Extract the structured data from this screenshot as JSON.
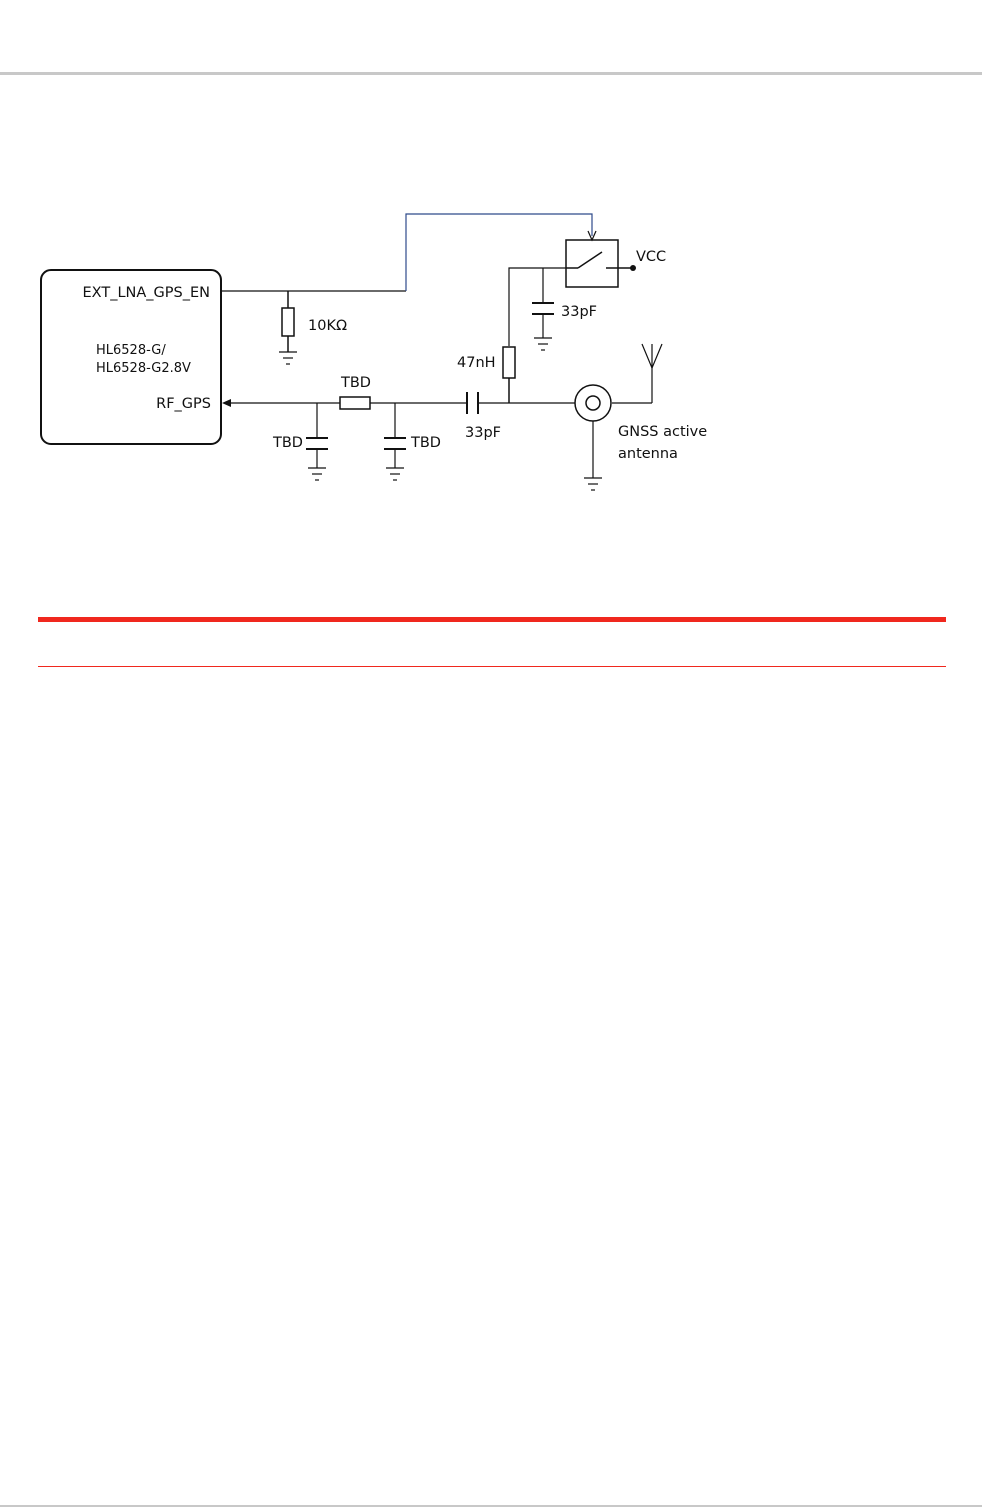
{
  "schematic": {
    "module": {
      "pin_en": "EXT_LNA_GPS_EN",
      "name_line1": "HL6528-G/",
      "name_line2": "HL6528-G2.8V",
      "pin_rf": "RF_GPS"
    },
    "resistor_pullup": "10KΩ",
    "vcc_label": "VCC",
    "cap_supply": "33pF",
    "inductor": "47nH",
    "series_element": "TBD",
    "shunt_cap_left": "TBD",
    "shunt_cap_right": "TBD",
    "dc_block_cap": "33pF",
    "antenna_line1": "GNSS active",
    "antenna_line2": "antenna"
  },
  "colors": {
    "wire": "#111111",
    "control_wire": "#2e4a8b",
    "accent_red": "#f0281e",
    "rule_gray": "#c8c8c8"
  }
}
